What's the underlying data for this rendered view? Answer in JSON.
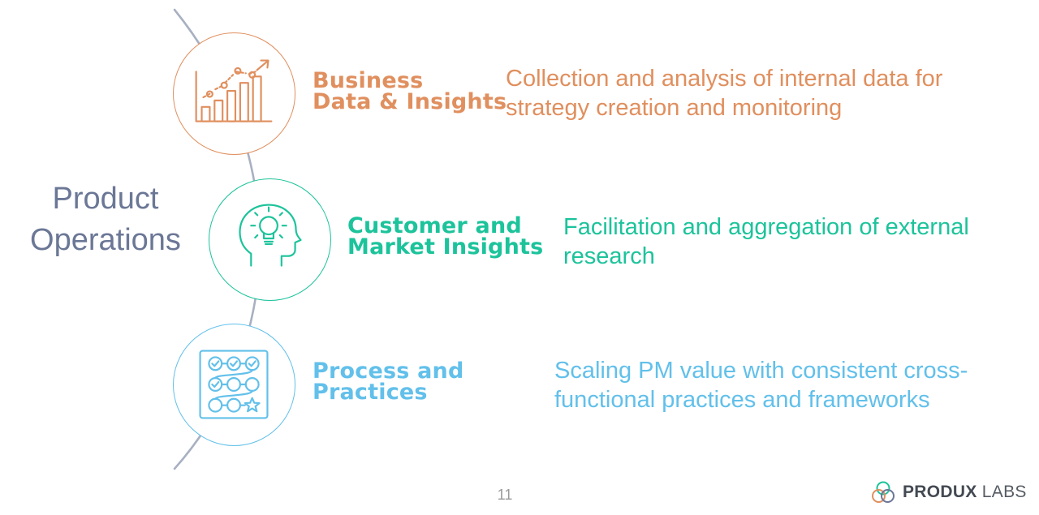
{
  "main_title": {
    "line1": "Product",
    "line2": "Operations"
  },
  "items": [
    {
      "title_line1": "Business",
      "title_line2": "Data & Insights",
      "description": "Collection and analysis of internal data for strategy creation and monitoring",
      "icon": "bar-chart-growth-icon",
      "color": "#e08f5e"
    },
    {
      "title_line1": "Customer and",
      "title_line2": "Market Insights",
      "description": "Facilitation and aggregation of external research",
      "icon": "head-lightbulb-icon",
      "color": "#1cc39b"
    },
    {
      "title_line1": "Process and",
      "title_line2": "Practices",
      "description": "Scaling PM value with consistent cross-functional practices and frameworks",
      "icon": "process-grid-icon",
      "color": "#62c0ea"
    }
  ],
  "page_number": "11",
  "logo": {
    "bold": "PRODUX",
    "light": "LABS",
    "icon": "overlapping-circles-logo-icon"
  },
  "colors": {
    "arc": "#a8b0c2",
    "title": "#6b7796"
  }
}
